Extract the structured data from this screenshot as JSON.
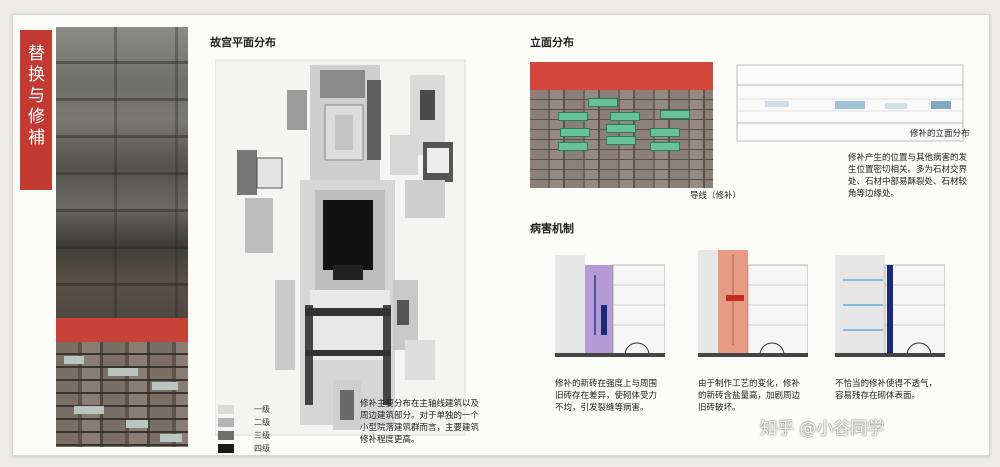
{
  "side_title": "替换与修補",
  "plan_title": "故宫平面分布",
  "elev_title": "立面分布",
  "mech_title": "病害机制",
  "legend": [
    {
      "label": "一级",
      "color": "#d9d9d9"
    },
    {
      "label": "二级",
      "color": "#b3b3b3"
    },
    {
      "label": "三级",
      "color": "#6e6e6e"
    },
    {
      "label": "四级",
      "color": "#1a1a1a"
    }
  ],
  "plan_note": "修补主要分布在主轴线建筑以及周边建筑部分。对于单独的一个小型院落建筑群而言，主要建筑修补程度更高。",
  "photo_caption": "导线（修补）",
  "elev_caption": "修补的立面分布",
  "elev_note": "修补产生的位置与其他病害的发生位置密切相关。多为石材交界处、石材中部易酥裂处、石材较角等边缘处。",
  "mech_notes": [
    "修补的新砖在强度上与周围旧砖存在差异，使砌体受力不均，引发裂缝等病害。",
    "由于制作工艺的变化，修补的新砖含盐量高，加剧周边旧砖破坏。",
    "不恰当的修补使得不透气，容易残存在砌体表面。"
  ],
  "watermark": "知乎 @小谷同学"
}
